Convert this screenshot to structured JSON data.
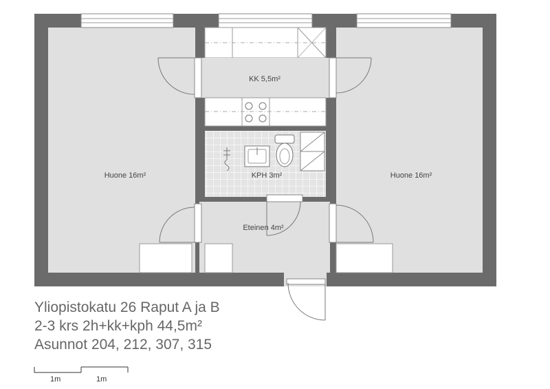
{
  "rooms": {
    "left_room": "Huone 16m²",
    "right_room": "Huone 16m²",
    "kitchen": "KK 5,5m²",
    "bathroom": "KPH 3m²",
    "hall": "Eteinen 4m²"
  },
  "caption": {
    "line1": "Yliopistokatu 26 Raput A ja B",
    "line2": "2-3 krs 2h+kk+kph 44,5m²",
    "line3": "Asunnot 204, 212, 307, 315"
  },
  "scale": {
    "segment1": "1m",
    "segment2": "1m"
  },
  "colors": {
    "wall": "#6b6b6b",
    "floor": "#e0e0e0",
    "tile_grid": "#ffffff",
    "caption_text": "#666666"
  }
}
